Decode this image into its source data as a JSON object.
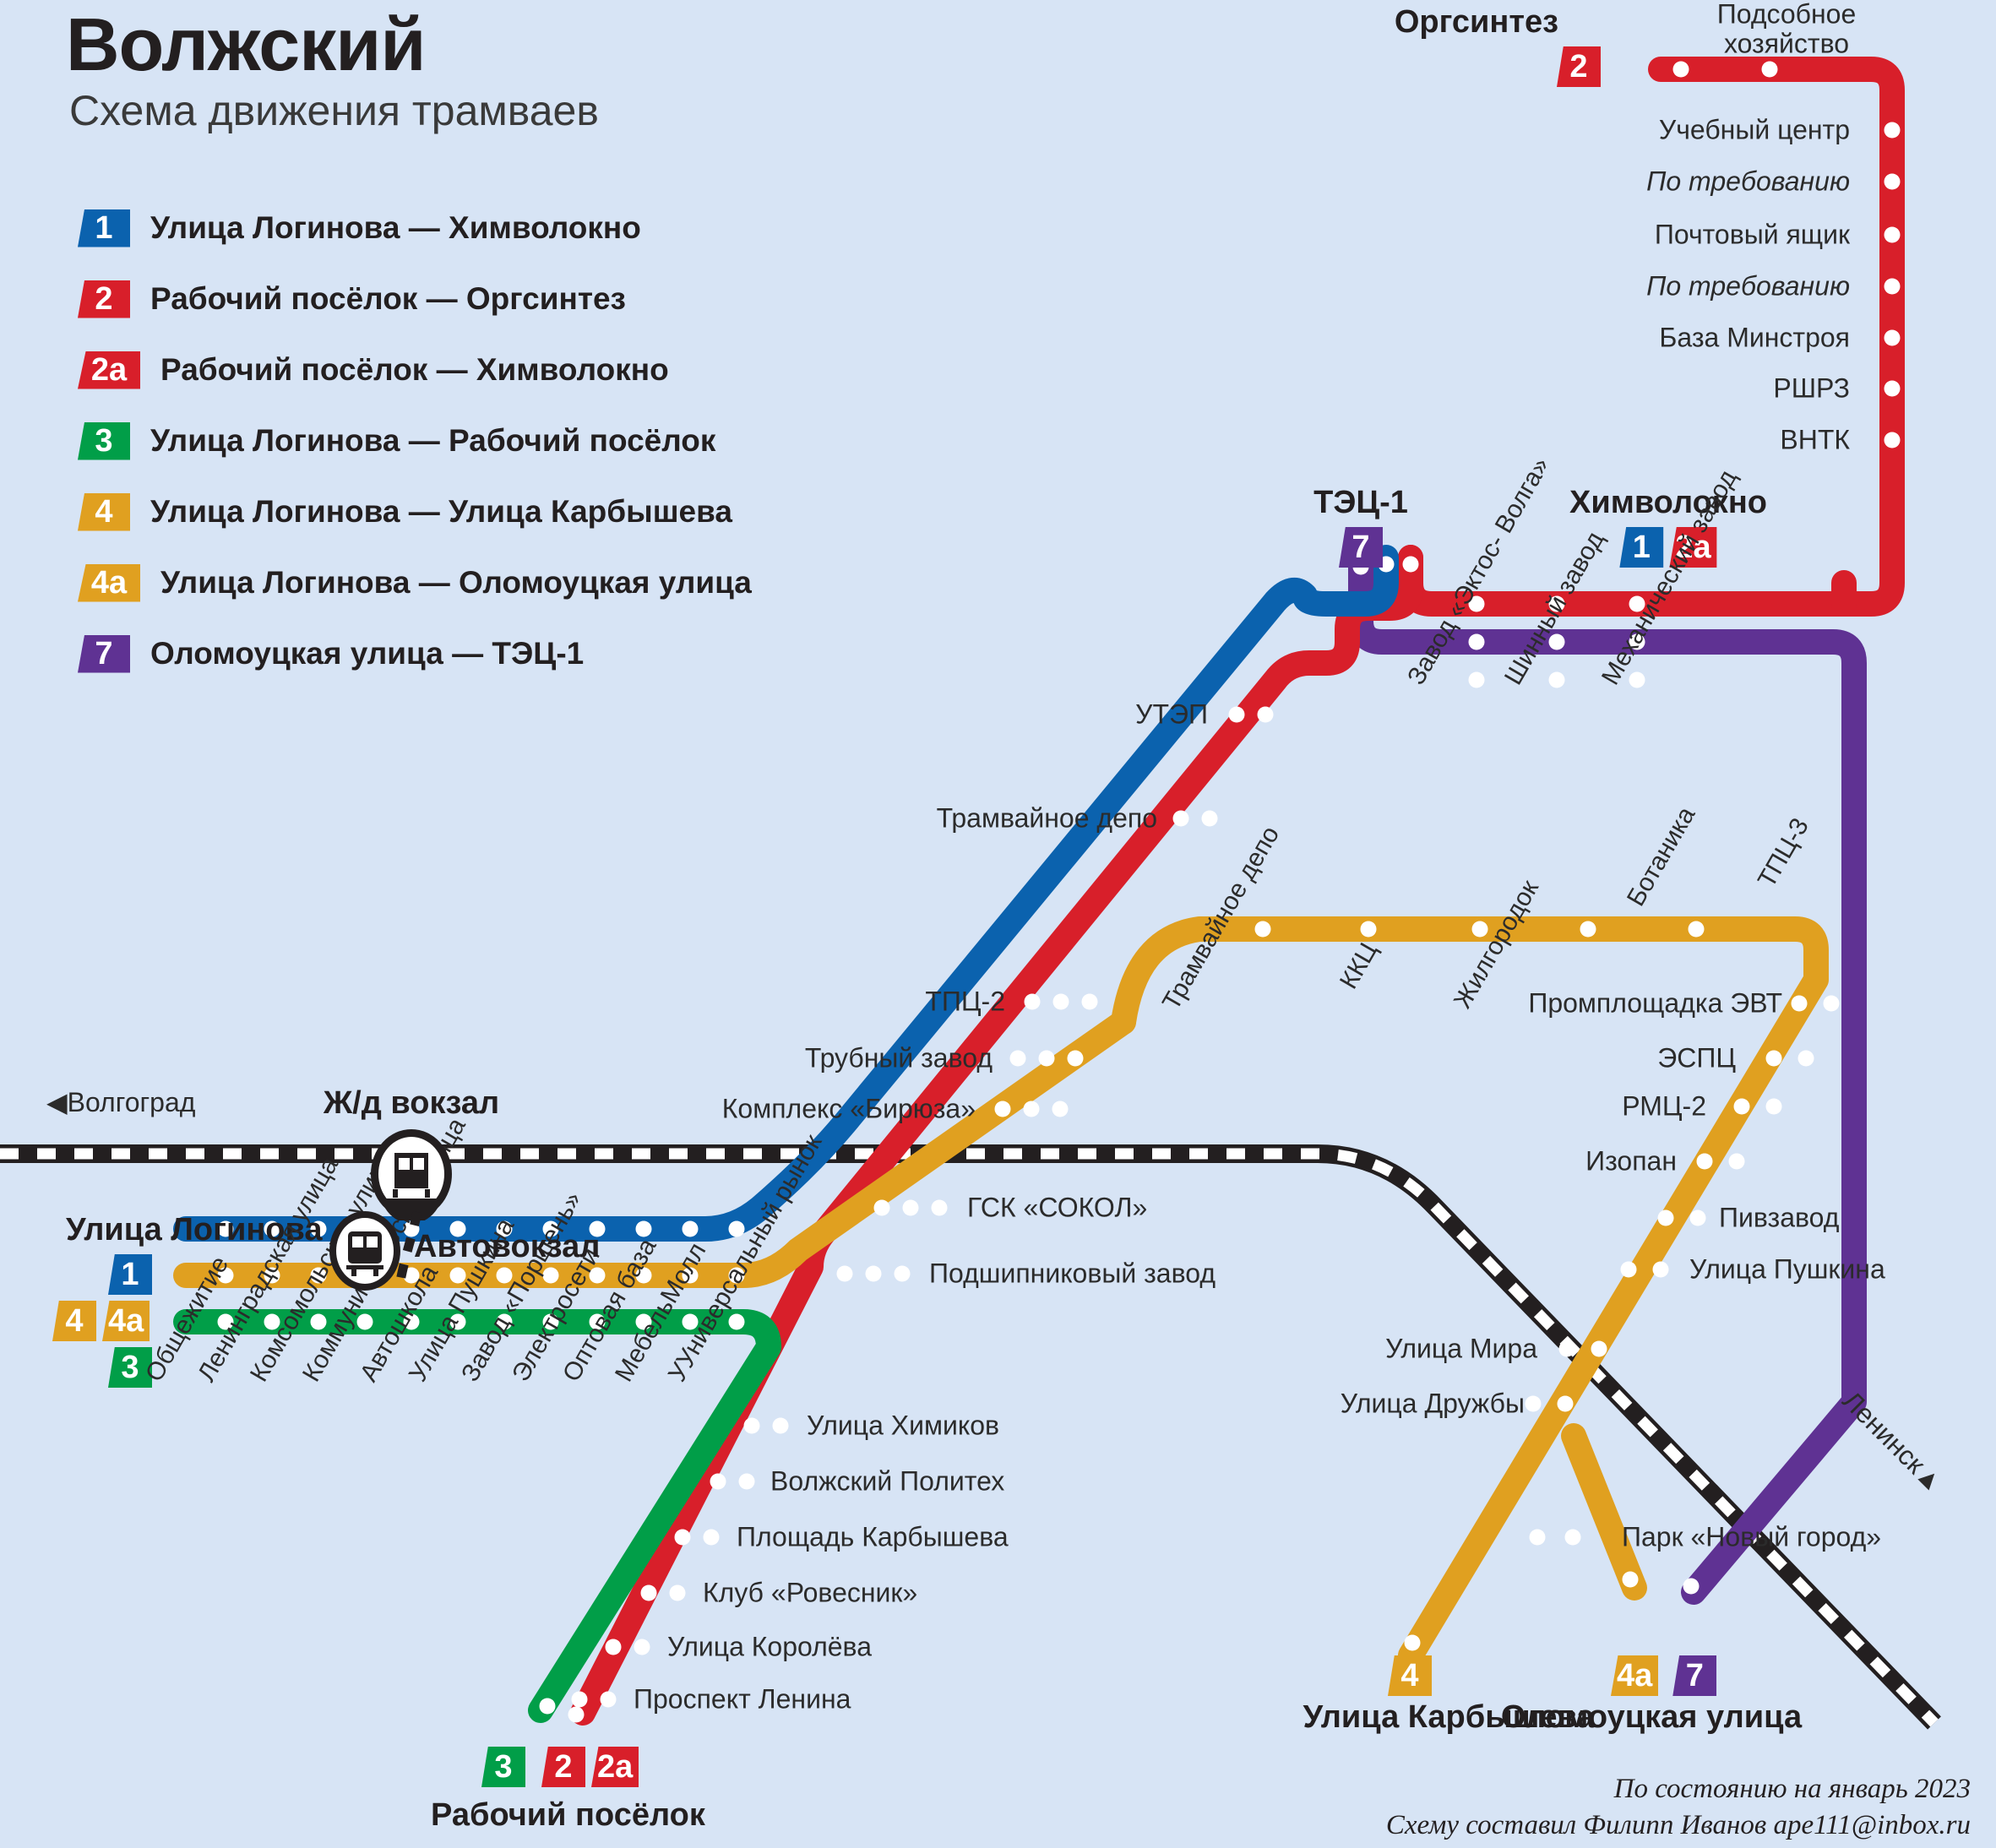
{
  "header": {
    "city": "Волжский",
    "subtitle": "Схема движения трамваев"
  },
  "colors": {
    "background": "#d7e4f5",
    "route1": "#0b62ae",
    "route2": "#d81f2a",
    "route2a": "#d81f2a",
    "route3": "#019e48",
    "route4": "#e0a020",
    "route4a": "#e0a020",
    "route7": "#5f3293",
    "rail": "#231f20",
    "text": "#231f20"
  },
  "legend": [
    {
      "num": "1",
      "color": "#0b62ae",
      "label": "Улица Логинова — Химволокно"
    },
    {
      "num": "2",
      "color": "#d81f2a",
      "label": "Рабочий посёлок — Оргсинтез"
    },
    {
      "num": "2а",
      "color": "#d81f2a",
      "label": "Рабочий посёлок — Химволокно"
    },
    {
      "num": "3",
      "color": "#019e48",
      "label": "Улица Логинова — Рабочий посёлок"
    },
    {
      "num": "4",
      "color": "#e0a020",
      "label": "Улица Логинова — Улица Карбышева"
    },
    {
      "num": "4а",
      "color": "#e0a020",
      "label": "Улица Логинова — Оломоуцкая улица"
    },
    {
      "num": "7",
      "color": "#5f3293",
      "label": "Оломоуцкая улица — ТЭЦ-1"
    }
  ],
  "terminals": {
    "orgsintez": {
      "name": "Оргсинтез",
      "badges": [
        {
          "num": "2",
          "color": "#d81f2a"
        }
      ]
    },
    "himvolokno": {
      "name": "Химволокно",
      "badges": [
        {
          "num": "1",
          "color": "#0b62ae"
        },
        {
          "num": "2а",
          "color": "#d81f2a"
        }
      ]
    },
    "tec1": {
      "name": "ТЭЦ-1",
      "badges": [
        {
          "num": "7",
          "color": "#5f3293"
        }
      ]
    },
    "loginova": {
      "name": "Улица Логинова",
      "badges_top": [
        {
          "num": "1",
          "color": "#0b62ae"
        }
      ],
      "badges_mid": [
        {
          "num": "4",
          "color": "#e0a020"
        },
        {
          "num": "4а",
          "color": "#e0a020"
        }
      ],
      "badges_bot": [
        {
          "num": "3",
          "color": "#019e48"
        }
      ]
    },
    "rabochiy": {
      "name": "Рабочий посёлок",
      "badges": [
        {
          "num": "3",
          "color": "#019e48"
        },
        {
          "num": "2",
          "color": "#d81f2a"
        },
        {
          "num": "2а",
          "color": "#d81f2a"
        }
      ]
    },
    "karbysheva": {
      "name": "Улица Карбышева",
      "badges": [
        {
          "num": "4",
          "color": "#e0a020"
        }
      ]
    },
    "olomouckaya": {
      "name": "Оломоуцкая улица",
      "badges": [
        {
          "num": "4а",
          "color": "#e0a020"
        },
        {
          "num": "7",
          "color": "#5f3293"
        }
      ]
    }
  },
  "transport_hubs": [
    {
      "id": "zhd",
      "label": "Ж/д вокзал",
      "icon": "train-icon"
    },
    {
      "id": "avto",
      "label": "Автовокзал",
      "icon": "bus-icon"
    }
  ],
  "rail_directions": [
    {
      "id": "volgograd",
      "label": "Волгоград",
      "arrow": "◀"
    },
    {
      "id": "leninsk",
      "label": "Ленинск",
      "arrow": "▲"
    }
  ],
  "stations": {
    "orgsintez_branch": [
      "Подсобное хозяйство",
      "Учебный центр",
      "По требованию",
      "Почтовый ящик",
      "По требованию",
      "База Минстроя",
      "РШРЗ",
      "ВНТК"
    ],
    "himvolokno_corridor": [
      "Завод «Эктос- Волга»",
      "Шинный завод",
      "Механический завод"
    ],
    "north_diagonal": [
      "УТЭП",
      "Трамвайное депо",
      "ТПЦ-2",
      "Трубный завод",
      "Комплекс «Бирюза»"
    ],
    "orange_corridor": [
      "Трамвайное депо",
      "ККЦ",
      "Жилгородок",
      "Ботаника",
      "ТПЦ-3"
    ],
    "east_descending": [
      "Промплощадка ЭВТ",
      "ЭСПЦ",
      "РМЦ-2",
      "Изопан",
      "Пивзавод",
      "Улица Пушкина",
      "Улица Мира",
      "Улица Дружбы",
      "Парк «Новый город»"
    ],
    "south_diagonal": [
      "ГСК «СОКОЛ»",
      "Подшипниковый завод"
    ],
    "loginova_line": [
      "Общежитие",
      "Ленинградская улица",
      "Комсомольская улица",
      "Коммунистическая улица",
      "Автошкола",
      "Улица Пушкина",
      "Завод «Поршень»",
      "Электросети",
      "Оптовая база",
      "МебельМолл",
      "УУниверсальный рынок"
    ],
    "rabochiy_branch": [
      "Улица Химиков",
      "Волжский Политех",
      "Площадь Карбышева",
      "Клуб «Ровесник»",
      "Улица Королёва",
      "Проспект Ленина"
    ]
  },
  "credit": {
    "line1": "По состоянию на январь 2023",
    "line2": "Схему составил Филипп Иванов ape111@inbox.ru"
  }
}
